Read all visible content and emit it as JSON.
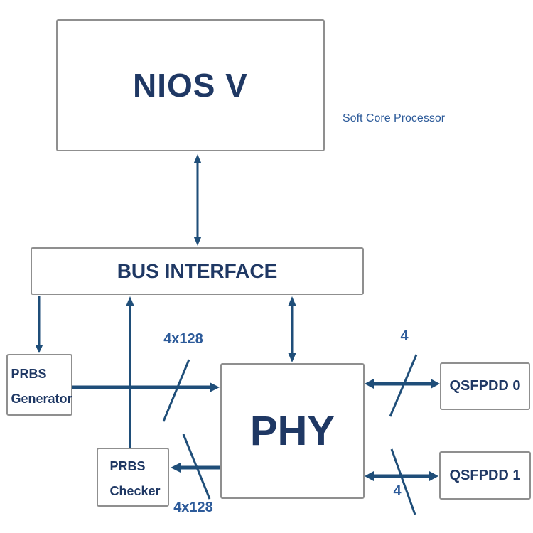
{
  "blocks": {
    "niosv": {
      "label": "NIOS V"
    },
    "bus_interface": {
      "label": "BUS INTERFACE"
    },
    "prbs_generator": {
      "line1": "PRBS",
      "line2": "Generator"
    },
    "prbs_checker": {
      "line1": "PRBS",
      "line2": "Checker"
    },
    "phy": {
      "label": "PHY"
    },
    "qsfpdd0": {
      "label": "QSFPDD 0"
    },
    "qsfpdd1": {
      "label": "QSFPDD 1"
    }
  },
  "annotations": {
    "soft_core_processor": "Soft Core Processor",
    "gen_to_phy_width": "4x128",
    "phy_to_checker_width": "4x128",
    "phy_to_qsfpdd0_lanes": "4",
    "phy_to_qsfpdd1_lanes": "4"
  },
  "colors": {
    "block_text": "#1f3864",
    "arrow": "#1f4e79",
    "annotation_text": "#2d5b9a",
    "box_border": "#8f8f8f",
    "background": "#ffffff"
  }
}
